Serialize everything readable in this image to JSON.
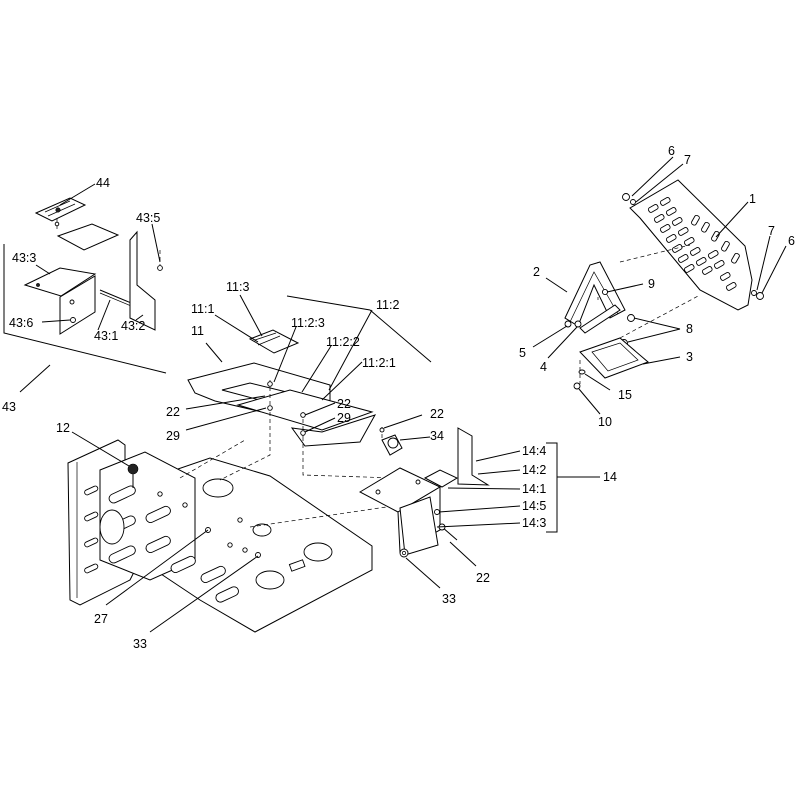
{
  "callouts": {
    "c44": "44",
    "c43_5": "43:5",
    "c43_3": "43:3",
    "c43_6": "43:6",
    "c43_1": "43:1",
    "c43_2": "43:2",
    "c43": "43",
    "c11_3": "11:3",
    "c11_2": "11:2",
    "c11_1": "11:1",
    "c11_2_3": "11:2:3",
    "c11": "11",
    "c11_2_2": "11:2:2",
    "c11_2_1": "11:2:1",
    "c22_a": "22",
    "c29_a": "29",
    "c22_b": "22",
    "c29_b": "29",
    "c22_c": "22",
    "c34": "34",
    "c12": "12",
    "c14_4": "14:4",
    "c14_2": "14:2",
    "c14_1": "14:1",
    "c14": "14",
    "c14_5": "14:5",
    "c14_3": "14:3",
    "c22_d": "22",
    "c33_a": "33",
    "c27": "27",
    "c33_b": "33",
    "c6_a": "6",
    "c7_a": "7",
    "c1": "1",
    "c7_b": "7",
    "c6_b": "6",
    "c2": "2",
    "c9": "9",
    "c5": "5",
    "c4": "4",
    "c8": "8",
    "c3": "3",
    "c15": "15",
    "c10": "10"
  },
  "icons": {
    "main_frame": "frame-plate-icon",
    "guard": "grille-guard-icon",
    "bracket": "mount-bracket-icon"
  }
}
